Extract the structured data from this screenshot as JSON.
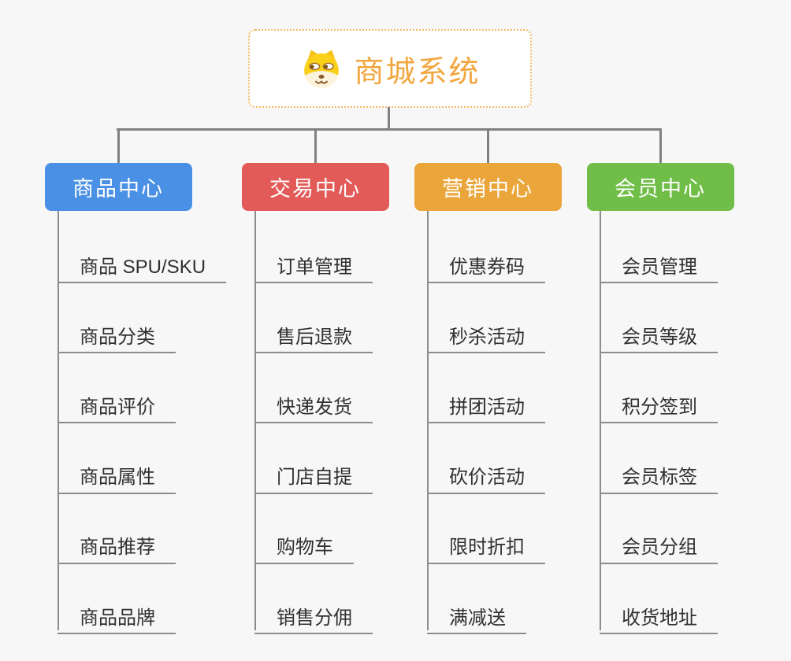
{
  "root": {
    "title": "商城系统",
    "icon": "dog-face-icon"
  },
  "colors": {
    "background": "#f7f7f8",
    "connector_line": "#808080",
    "child_line": "#8c8c8c",
    "root_text": "#f2a63e",
    "root_border": "#f2b863",
    "child_text": "#303030",
    "branch_blue": "#4a90e5",
    "branch_red": "#e25b58",
    "branch_orange": "#eaa63b",
    "branch_green": "#70be47"
  },
  "branches": [
    {
      "label": "商品中心",
      "color": "#4a90e5",
      "children": [
        "商品 SPU/SKU",
        "商品分类",
        "商品评价",
        "商品属性",
        "商品推荐",
        "商品品牌"
      ]
    },
    {
      "label": "交易中心",
      "color": "#e25b58",
      "children": [
        "订单管理",
        "售后退款",
        "快递发货",
        "门店自提",
        "购物车",
        "销售分佣"
      ]
    },
    {
      "label": "营销中心",
      "color": "#eaa63b",
      "children": [
        "优惠券码",
        "秒杀活动",
        "拼团活动",
        "砍价活动",
        "限时折扣",
        "满减送"
      ]
    },
    {
      "label": "会员中心",
      "color": "#70be47",
      "children": [
        "会员管理",
        "会员等级",
        "积分签到",
        "会员标签",
        "会员分组",
        "收货地址"
      ]
    }
  ]
}
